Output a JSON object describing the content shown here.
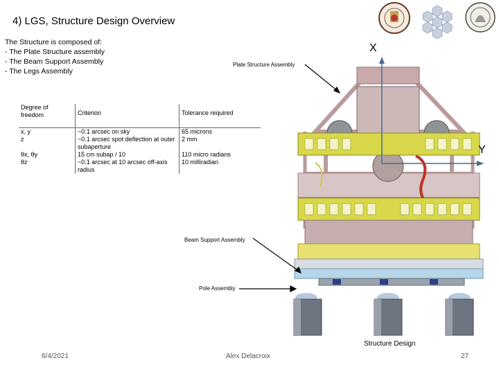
{
  "slide": {
    "title": "4) LGS, Structure Design Overview",
    "intro": [
      "The Structure is composed of:",
      "- The Plate Structure assembly",
      "- The Beam Support Assembly",
      "- The Legs Assembly"
    ]
  },
  "spec_table": {
    "headers": [
      "Degree of freedom",
      "Criterion",
      "Tolerance required"
    ],
    "rows": [
      {
        "dof": "x, y",
        "criterion": "~0.1 arcsec on sky",
        "tolerance": "65 microns"
      },
      {
        "dof": "z",
        "criterion": "~0.1 arcsec spot deflection at outer subaperture",
        "tolerance": "2 mm"
      },
      {
        "dof": "θx, θy",
        "criterion": "15 cm subap / 10",
        "tolerance": "110 micro radians"
      },
      {
        "dof": "θz",
        "criterion": "~0.1 arcsec at 10 arcsec off-axis radius",
        "tolerance": "10 milliradian"
      }
    ]
  },
  "callouts": {
    "plate": "Plate Structure Assembly",
    "beam": "Beam Support Assembly",
    "pole": "Pole Assembly"
  },
  "axes": {
    "x": "X",
    "y": "Y"
  },
  "caption": "Structure Design",
  "footer": {
    "date": "6/4/2021",
    "author": "Alex Delacroix",
    "page": "27"
  },
  "colors": {
    "frame": "#b99b9b",
    "plate": "#d8d84a",
    "leg": "#6e7480",
    "support": "#e8e070",
    "base": "#b6d6ea"
  }
}
